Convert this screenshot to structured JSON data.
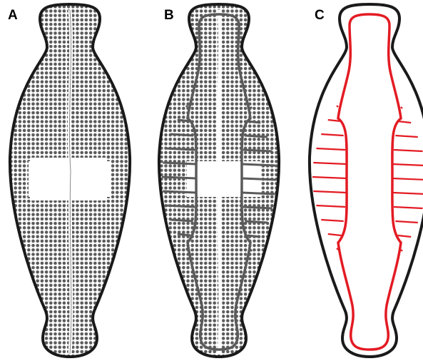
{
  "panels": [
    {
      "label": "A"
    },
    {
      "label": "B"
    },
    {
      "label": "C"
    }
  ],
  "colors": {
    "outline": "#1a1a1a",
    "pores": "#5a5a5a",
    "raphe": "#ffffff",
    "ribs": "#5a5a5a",
    "red": "#e31b23",
    "background": "#ffffff"
  }
}
